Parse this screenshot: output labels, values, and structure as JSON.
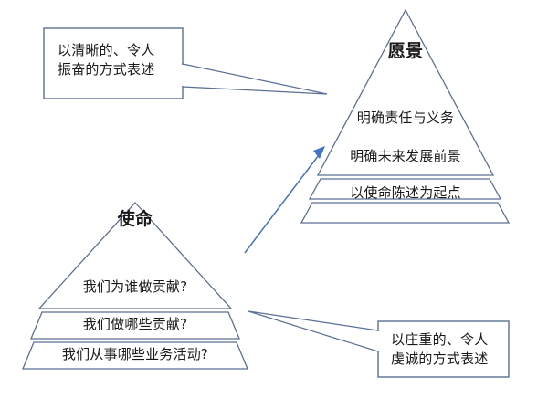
{
  "diagram": {
    "type": "two-pyramid-concept-diagram",
    "background_color": "#ffffff",
    "outline_color": "#5b6f94",
    "arrow_color": "#4472c4",
    "text_color": "#1a1a1a"
  },
  "vision_pyramid": {
    "title": "愿景",
    "rows": [
      "明确责任与义务",
      "明确未来发展前景",
      "以使命陈述为起点"
    ]
  },
  "mission_pyramid": {
    "title": "使命",
    "rows": [
      "我们为谁做贡献?",
      "我们做哪些贡献?",
      "我们从事哪些业务活动?"
    ]
  },
  "callouts": [
    {
      "id": "vision-callout",
      "text": "以清晰的、令人\n振奋的方式表述",
      "points_to": "vision-pyramid"
    },
    {
      "id": "mission-callout",
      "text": "以庄重的、令人\n虔诚的方式表述",
      "points_to": "mission-pyramid"
    }
  ],
  "connector": {
    "label": "",
    "from": "mission-pyramid",
    "to": "vision-pyramid"
  }
}
